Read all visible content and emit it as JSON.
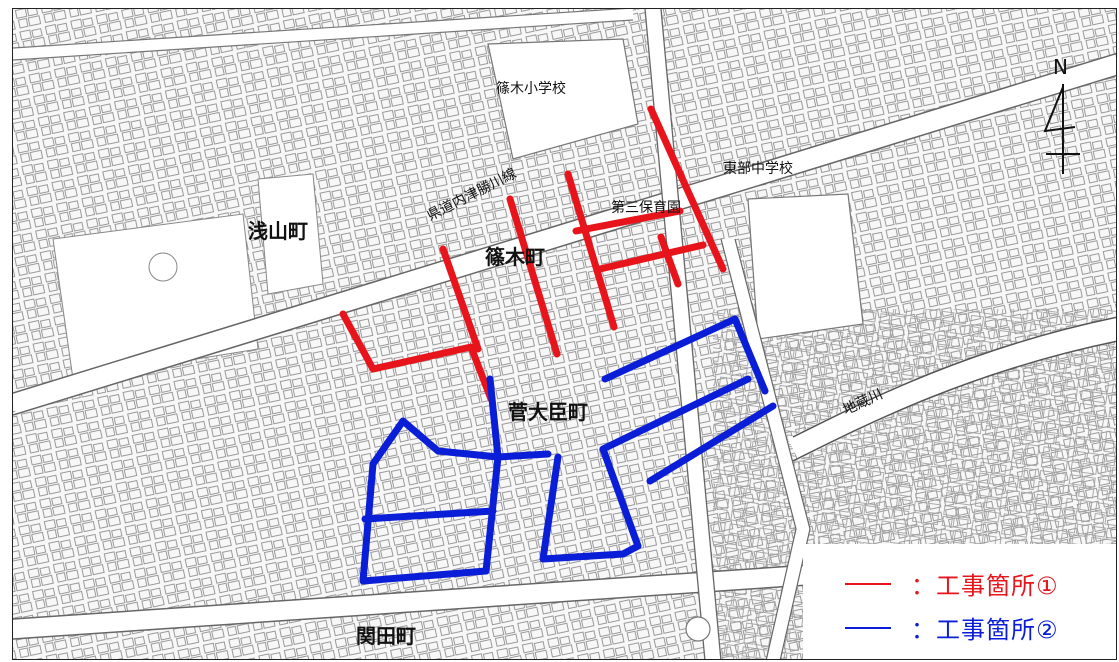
{
  "map": {
    "district_labels": {
      "asayama": "浅山町",
      "shinoki": "篠木町",
      "sugadaijin": "菅大臣町",
      "sekita": "関田町"
    },
    "poi_labels": {
      "shinoki_elementary": "篠木小学校",
      "tobu_junior_high": "東部中学校",
      "daisan_nursery": "第三保育園"
    },
    "road_labels": {
      "prefectural_road": "県道内津勝川線",
      "jizo_river": "地蔵川"
    },
    "north_arrow": "N",
    "colors": {
      "construction_1": "#e8141c",
      "construction_2": "#0a1ed8",
      "base_map": "#8a8a8a"
    }
  },
  "legend": {
    "items": [
      {
        "label": "：工事箇所①",
        "color": "#e8141c"
      },
      {
        "label": "：工事箇所②",
        "color": "#0a1ed8"
      }
    ]
  }
}
